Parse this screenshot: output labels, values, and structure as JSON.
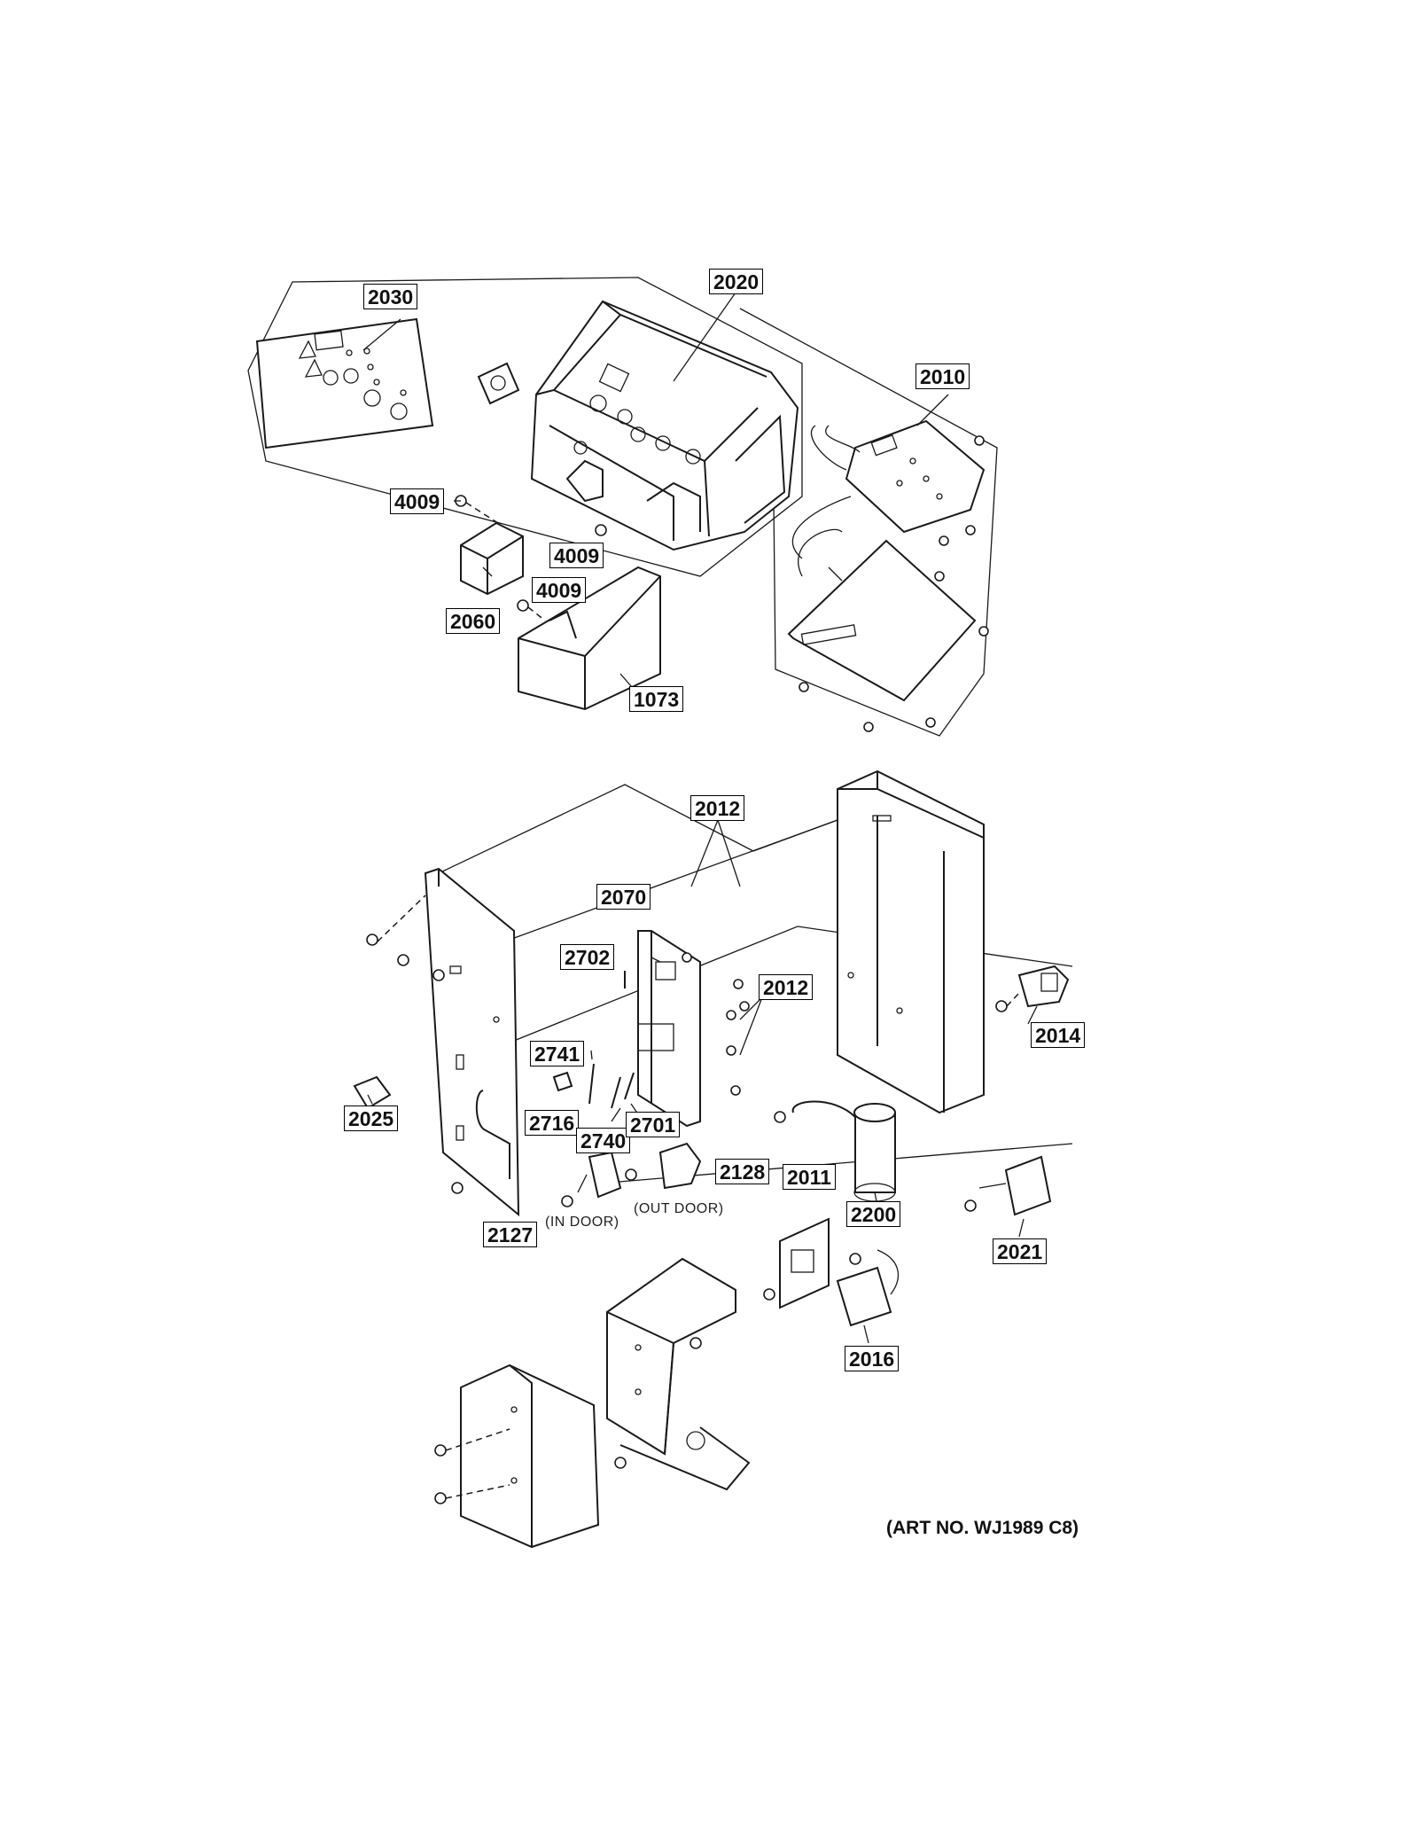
{
  "callouts": [
    {
      "id": "2030",
      "label": "2030"
    },
    {
      "id": "2020",
      "label": "2020"
    },
    {
      "id": "2010",
      "label": "2010"
    },
    {
      "id": "4009a",
      "label": "4009"
    },
    {
      "id": "4009b",
      "label": "4009"
    },
    {
      "id": "4009c",
      "label": "4009"
    },
    {
      "id": "2060",
      "label": "2060"
    },
    {
      "id": "1073",
      "label": "1073"
    },
    {
      "id": "2012a",
      "label": "2012"
    },
    {
      "id": "2070",
      "label": "2070"
    },
    {
      "id": "2702",
      "label": "2702"
    },
    {
      "id": "2012b",
      "label": "2012"
    },
    {
      "id": "2741",
      "label": "2741"
    },
    {
      "id": "2014",
      "label": "2014"
    },
    {
      "id": "2025",
      "label": "2025"
    },
    {
      "id": "2716",
      "label": "2716"
    },
    {
      "id": "2740",
      "label": "2740"
    },
    {
      "id": "2701",
      "label": "2701"
    },
    {
      "id": "2011",
      "label": "2011"
    },
    {
      "id": "2128",
      "label": "2128"
    },
    {
      "id": "2200",
      "label": "2200"
    },
    {
      "id": "2127",
      "label": "2127"
    },
    {
      "id": "2021",
      "label": "2021"
    },
    {
      "id": "2016",
      "label": "2016"
    }
  ],
  "notes": {
    "in_door": "(IN DOOR)",
    "out_door": "(OUT DOOR)"
  },
  "art_number": "(ART NO. WJ1989 C8)"
}
